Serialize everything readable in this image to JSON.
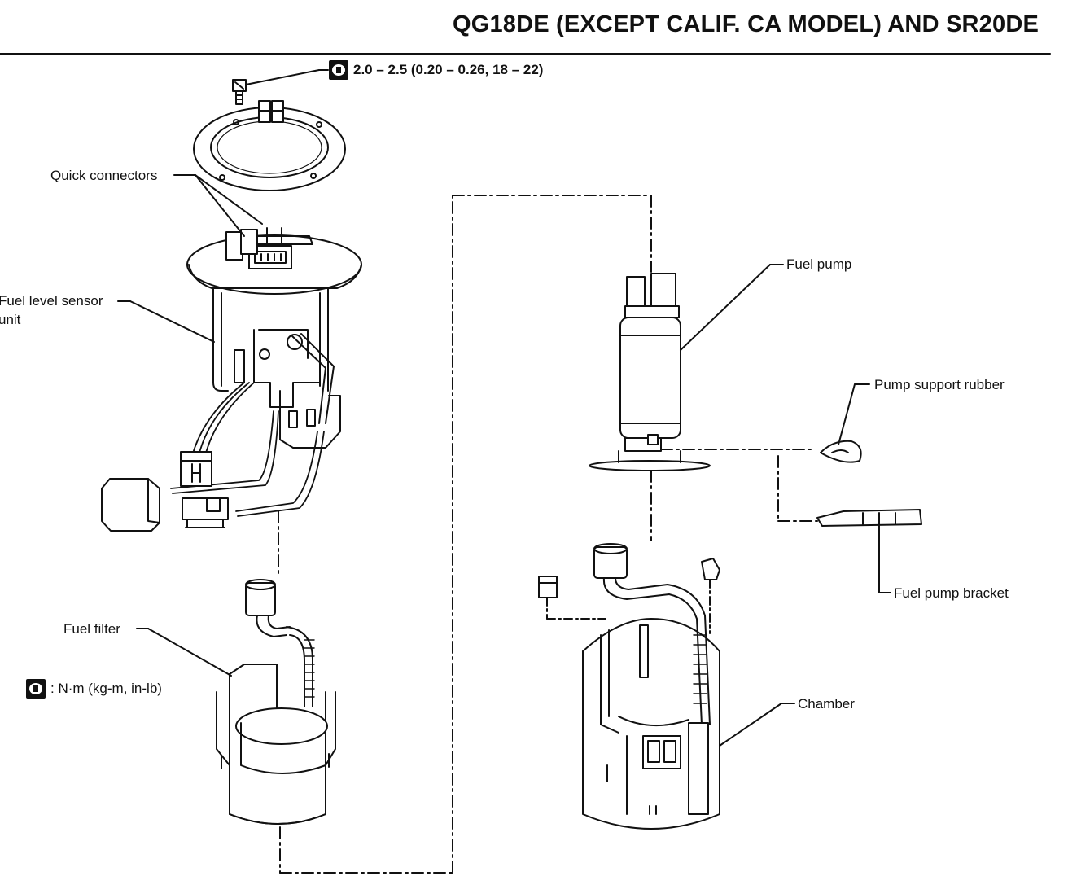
{
  "header": {
    "title": "QG18DE (EXCEPT CALIF. CA MODEL) AND SR20DE"
  },
  "torque_spec": {
    "value": "2.0 – 2.5 (0.20 – 0.26, 18 – 22)"
  },
  "labels": {
    "quick_connectors": "Quick connectors",
    "fuel_level_sensor_line1": "Fuel level sensor",
    "fuel_level_sensor_line2": "unit",
    "fuel_filter": "Fuel filter",
    "fuel_pump": "Fuel pump",
    "pump_support_rubber": "Pump support rubber",
    "fuel_pump_bracket": "Fuel pump bracket",
    "chamber": "Chamber"
  },
  "legend": {
    "unit_text": ": N·m (kg-m, in-lb)"
  },
  "icons": {
    "torque": "torque-wrench-icon"
  },
  "colors": {
    "ink": "#111111",
    "paper": "#ffffff"
  }
}
